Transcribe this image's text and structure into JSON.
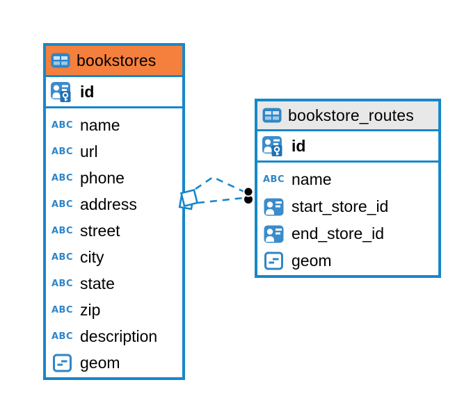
{
  "colors": {
    "table_border": "#1787c9",
    "relation_line": "#1787c9",
    "bookstores_header": "#f5803d",
    "routes_header": "#e8e8e8",
    "icon_blue": "#2f86c6",
    "endpoint_dot": "#000000"
  },
  "icons": {
    "text_type_label": "ABC"
  },
  "tables": [
    {
      "title": "bookstores",
      "primary_key": {
        "name": "id"
      },
      "columns": [
        {
          "name": "name",
          "type": "text"
        },
        {
          "name": "url",
          "type": "text"
        },
        {
          "name": "phone",
          "type": "text"
        },
        {
          "name": "address",
          "type": "text"
        },
        {
          "name": "street",
          "type": "text"
        },
        {
          "name": "city",
          "type": "text"
        },
        {
          "name": "state",
          "type": "text"
        },
        {
          "name": "zip",
          "type": "text"
        },
        {
          "name": "description",
          "type": "text"
        },
        {
          "name": "geom",
          "type": "geometry"
        }
      ]
    },
    {
      "title": "bookstore_routes",
      "primary_key": {
        "name": "id"
      },
      "columns": [
        {
          "name": "name",
          "type": "text"
        },
        {
          "name": "start_store_id",
          "type": "foreign-key"
        },
        {
          "name": "end_store_id",
          "type": "foreign-key"
        },
        {
          "name": "geom",
          "type": "geometry"
        }
      ]
    }
  ],
  "relation": {
    "from_table": "bookstores",
    "to_table": "bookstore_routes",
    "line_style": "dashed"
  }
}
